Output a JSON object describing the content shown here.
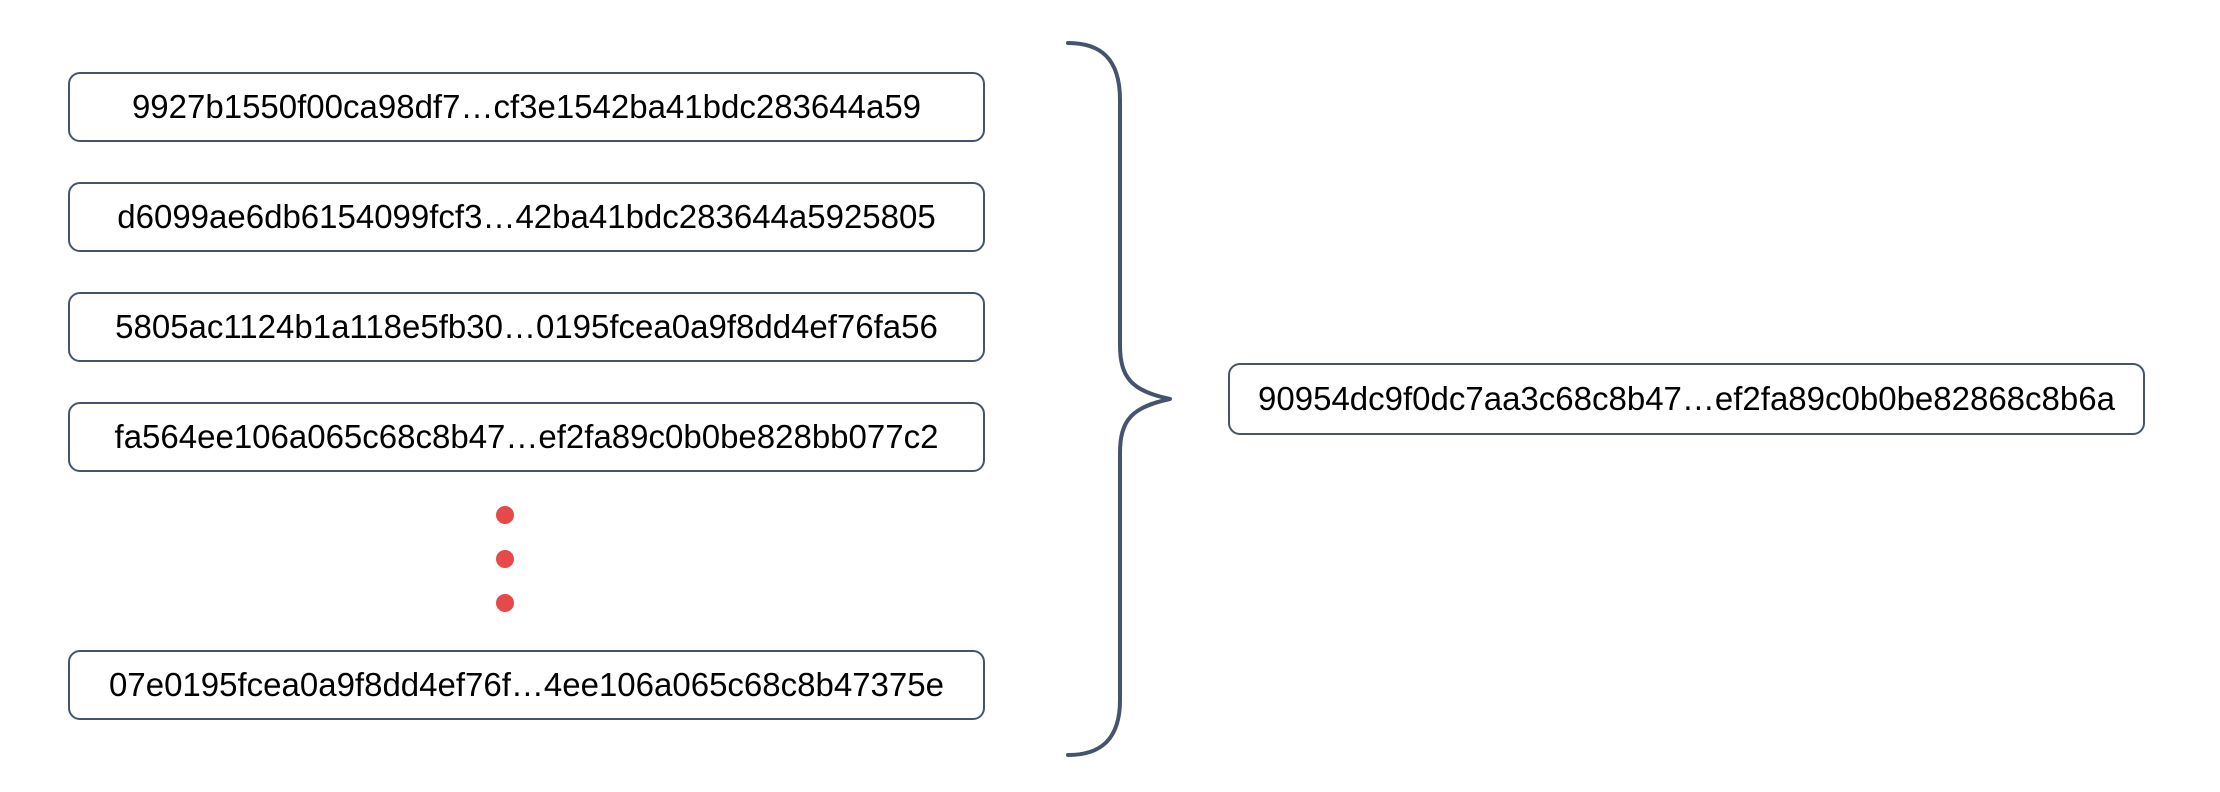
{
  "colors": {
    "stroke": "#45546c",
    "dot_red": "#e54949",
    "text": "#000000",
    "background": "#ffffff"
  },
  "hash_list": {
    "items": [
      "9927b1550f00ca98df7…cf3e1542ba41bdc283644a59",
      "d6099ae6db6154099fcf3…42ba41bdc283644a5925805",
      "5805ac1124b1a118e5fb30…0195fcea0a9f8dd4ef76fa56",
      "fa564ee106a065c68c8b47…ef2fa89c0b0be828bb077c2",
      "07e0195fcea0a9f8dd4ef76f…4ee106a065c68c8b47375e"
    ],
    "ellipsis": {
      "dot_count": 3
    }
  },
  "result": {
    "hash": "90954dc9f0dc7aa3c68c8b47…ef2fa89c0b0be82868c8b6a"
  },
  "brace_icon": "curly-brace-right"
}
